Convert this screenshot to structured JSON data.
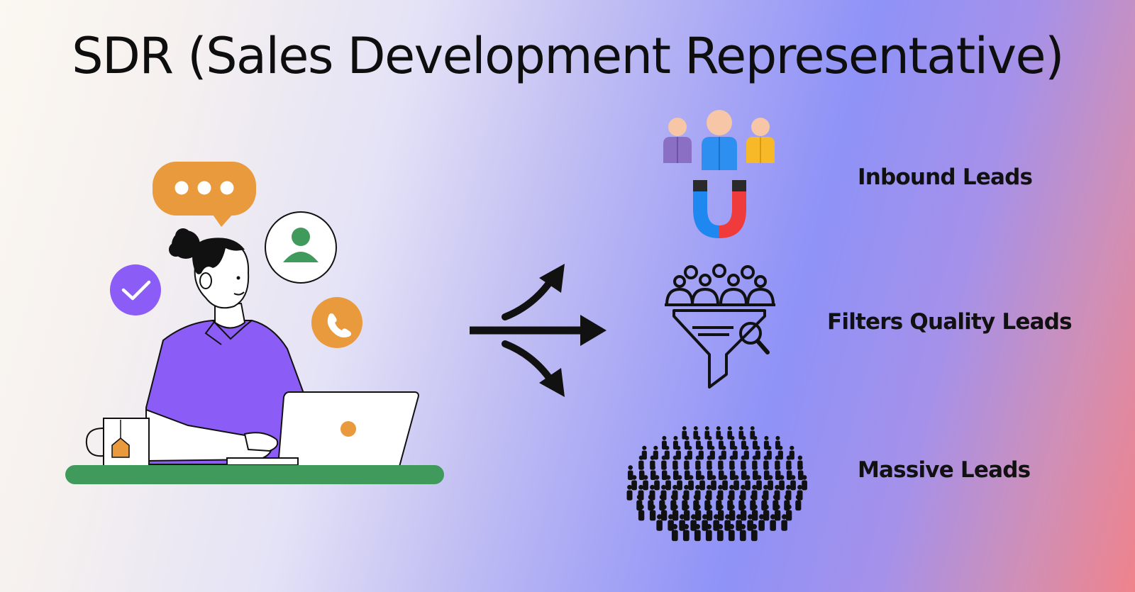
{
  "title": "SDR (Sales Development Representative)",
  "leads": [
    {
      "label": "Inbound Leads",
      "icon": "magnet-people-icon"
    },
    {
      "label": "Filters Quality Leads",
      "icon": "filter-funnel-icon"
    },
    {
      "label": "Massive Leads",
      "icon": "crowd-icon"
    }
  ],
  "illustration": {
    "icons": [
      "chat-bubble-icon",
      "user-profile-icon",
      "checkmark-icon",
      "phone-icon",
      "laptop-icon",
      "mug-icon"
    ]
  },
  "colors": {
    "purple": "#8b5cf6",
    "orange": "#e89a3c",
    "green": "#3f9a5c",
    "magnet_blue": "#1e88f0",
    "magnet_red": "#ef3b3b"
  }
}
